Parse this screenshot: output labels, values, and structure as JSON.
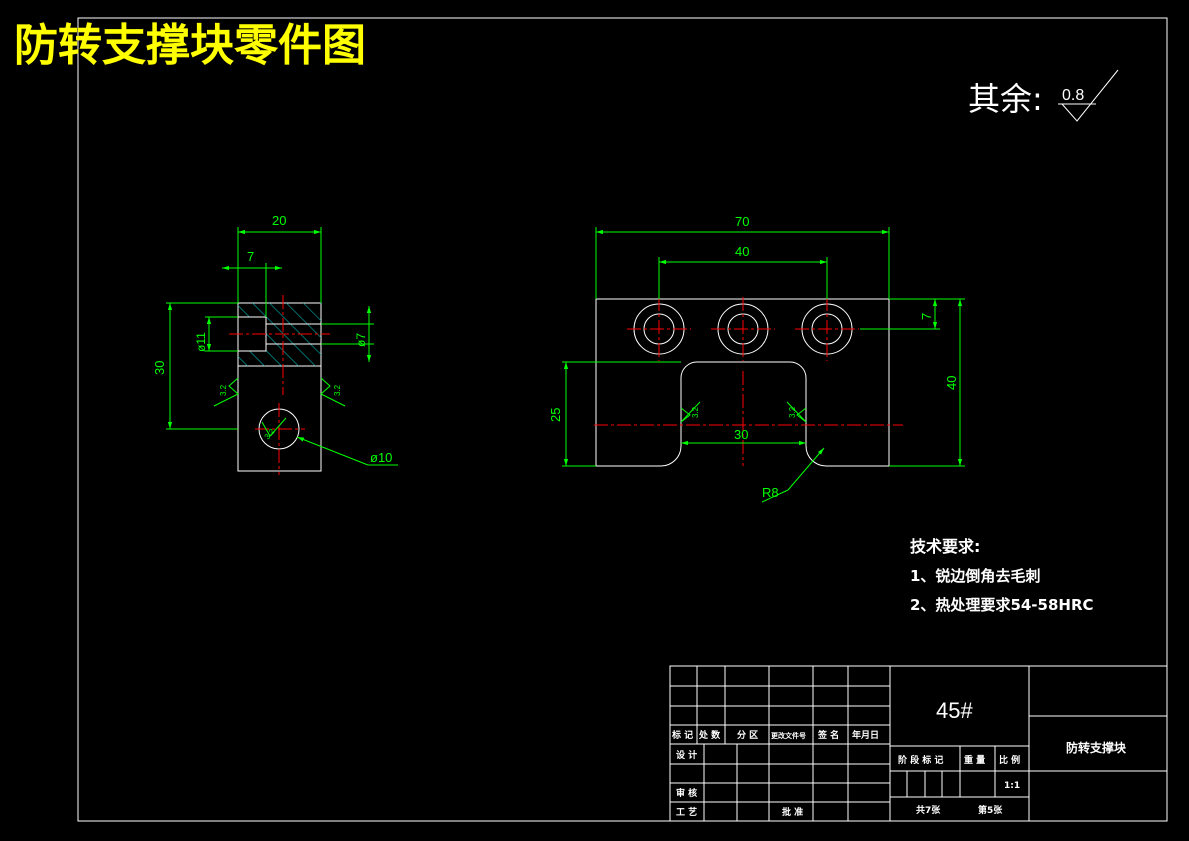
{
  "title": "防转支撑块零件图",
  "roughness_note": {
    "label": "其余:",
    "value": "0.8"
  },
  "colors": {
    "outline": "#ffffff",
    "dimension": "#00ff00",
    "centerline": "#ff0000",
    "title": "#ffff00",
    "hatch": "#00c8c8",
    "background": "#000000"
  },
  "side_view": {
    "dims": {
      "width": "20",
      "offset": "7",
      "height": "30",
      "bore_outer": "ø11",
      "bore_inner": "ø7",
      "hole": "ø10"
    },
    "roughness": {
      "left": "3.2",
      "right": "3.2",
      "hole": "3.2"
    }
  },
  "front_view": {
    "dims": {
      "length": "70",
      "hole_spacing": "40",
      "top_offset": "7",
      "height": "40",
      "slot_depth": "25",
      "slot_width": "30",
      "radius": "R8"
    },
    "roughness": {
      "left": "3.2",
      "right": "3.2"
    }
  },
  "tech_requirements": {
    "heading": "技术要求:",
    "items": [
      "1、锐边倒角去毛刺",
      "2、热处理要求54-58HRC"
    ]
  },
  "title_block": {
    "material": "45#",
    "part_name": "防转支撑块",
    "labels": {
      "mark": "标 记",
      "count": "处 数",
      "zone": "分 区",
      "doc_no": "更改文件号",
      "sign": "签 名",
      "date": "年月日",
      "design": "设 计",
      "review": "审 核",
      "process": "工 艺",
      "approve": "批 准",
      "stage": "阶 段 标 记",
      "weight": "重 量",
      "scale_label": "比 例",
      "total": "共7张",
      "sheet": "第5张"
    },
    "scale": "1:1"
  }
}
